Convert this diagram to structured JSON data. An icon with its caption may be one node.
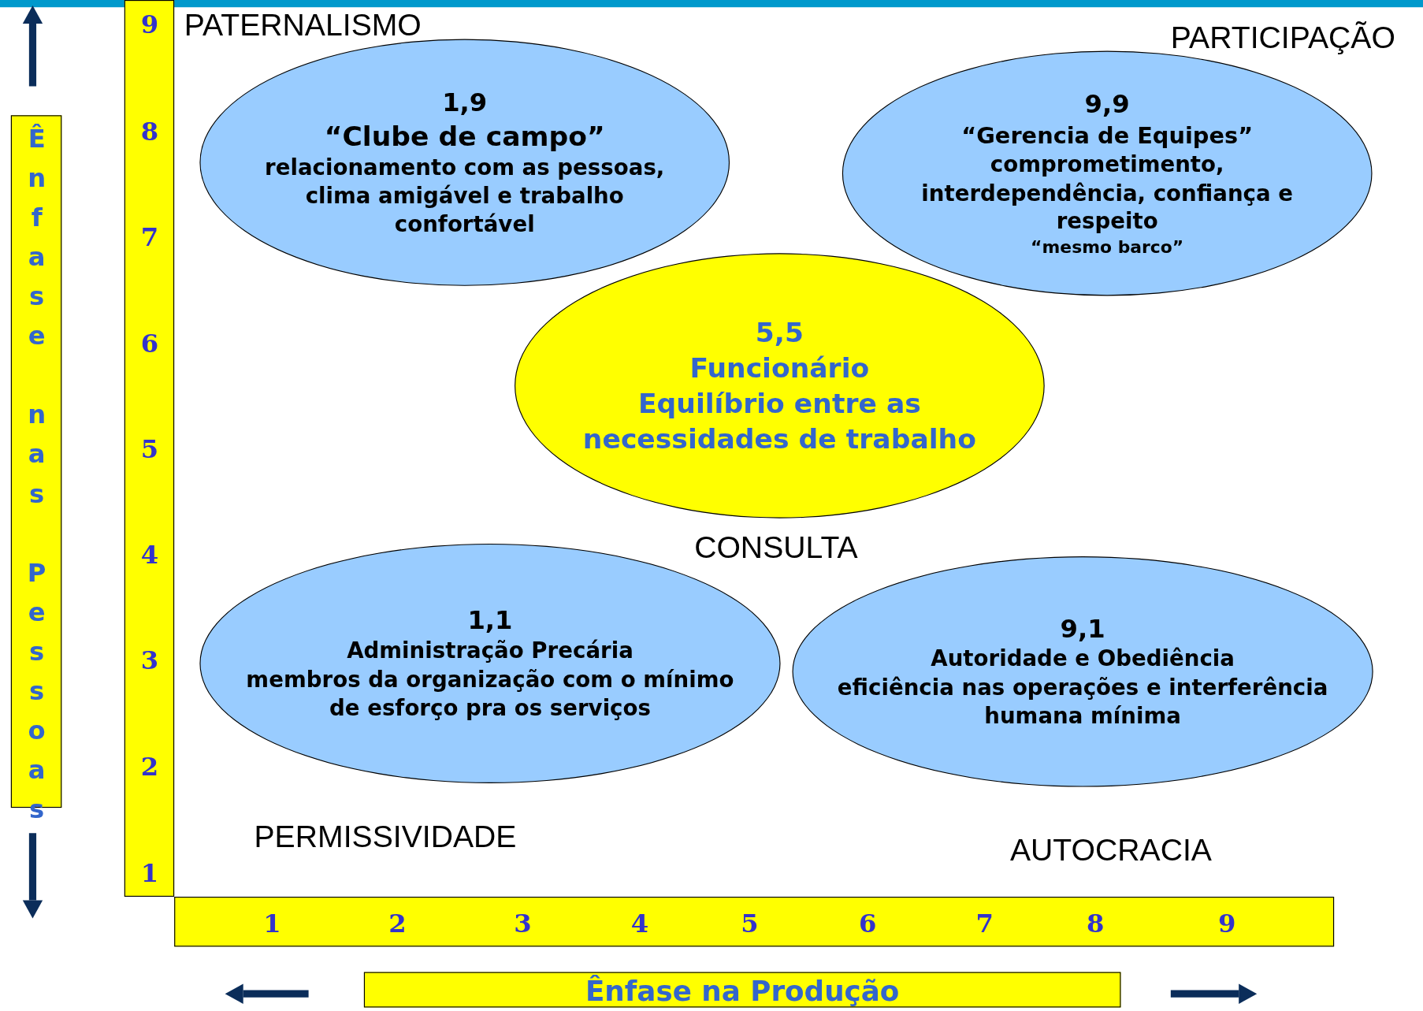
{
  "diagram": {
    "nodes": [
      {
        "text": [
          "1,9",
          "“Clube de campo”",
          "relacionamento com as pessoas, clima amigável e trabalho confortável"
        ]
      },
      {
        "text": [
          "9,9",
          "“Gerencia de Equipes”",
          "comprometimento, interdependência, confiança e respeito",
          "“mesmo barco”"
        ]
      },
      {
        "text": [
          "5,5",
          "Funcionário",
          "Equilíbrio entre as necessidades de trabalho"
        ]
      },
      {
        "text": [
          "1,1",
          "Administração Precária",
          "membros da organização com o mínimo de esforço pra os serviços"
        ]
      },
      {
        "text": [
          "9,1",
          "Autoridade e Obediência",
          "eficiência nas operações e interferência humana mínima"
        ]
      }
    ],
    "labels": [
      "9",
      "8",
      "7",
      "6",
      "5",
      "4",
      "3",
      "2",
      "1",
      "1",
      "2",
      "3",
      "4",
      "5",
      "6",
      "7",
      "8",
      "9",
      "PATERNALISMO",
      "PARTICIPAÇÃO",
      "CONSULTA",
      "PERMISSIVIDADE",
      "AUTOCRACIA",
      "Ênfase nas Pessoas",
      "Ênfase na Produção"
    ]
  }
}
